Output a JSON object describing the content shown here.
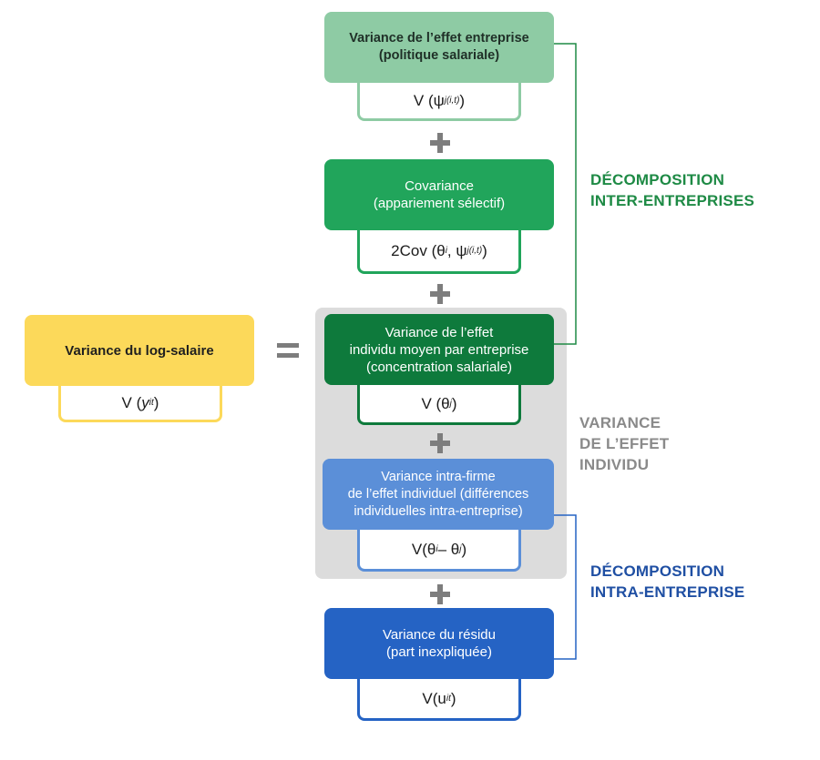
{
  "total": {
    "title": "Variance du log-salaire",
    "formula": {
      "base": "V (",
      "var": "y",
      "sub": "it",
      "end": ")"
    },
    "equals": "="
  },
  "boxes": [
    {
      "id": "firm-effect",
      "lines": [
        "Variance de l’effet entreprise",
        "(politique salariale)"
      ],
      "formula": {
        "base": "V (ψ",
        "sub": "j(i,t)",
        "end": ")"
      },
      "color": "#8ecba4"
    },
    {
      "id": "covariance",
      "lines": [
        "Covariance",
        "(appariement sélectif)"
      ],
      "formula": {
        "base": "2Cov (θ",
        "sub1": "i",
        "mid": ", ψ",
        "sub2": "j(i,t)",
        "end": ")"
      },
      "color": "#21a55b"
    },
    {
      "id": "mean-individual-effect",
      "lines": [
        "Variance de l’effet",
        "individu moyen par entreprise",
        "(concentration salariale)"
      ],
      "formula": {
        "base": "V (θ",
        "sub": "j",
        "end": ")"
      },
      "color": "#0e7a3c"
    },
    {
      "id": "within-firm",
      "lines": [
        "Variance intra-firme",
        "de l’effet individuel (différences",
        "individuelles intra-entreprise)"
      ],
      "formula": {
        "base": "V(θ",
        "sub1": "i",
        "mid": " – θ",
        "sub2": "j",
        "end": ")"
      },
      "color": "#5b8fd8"
    },
    {
      "id": "residual",
      "lines": [
        "Variance du résidu",
        "(part inexpliquée)"
      ],
      "formula": {
        "base": "V(u",
        "sub": "it",
        "end": ")"
      },
      "color": "#2563c4"
    }
  ],
  "labels": {
    "inter": [
      "DÉCOMPOSITION",
      "INTER-ENTREPRISES"
    ],
    "individual": [
      "VARIANCE",
      "DE L’EFFET",
      "INDIVIDU"
    ],
    "intra": [
      "DÉCOMPOSITION",
      "INTRA-ENTREPRISE"
    ]
  },
  "colors": {
    "yellow": "#fcd95a",
    "inter": "#1e8a45",
    "intra": "#1f4fa3",
    "gray_text": "#8a8a8a",
    "gray_bg": "#dcdcdc",
    "plus": "#7d7d7d"
  }
}
